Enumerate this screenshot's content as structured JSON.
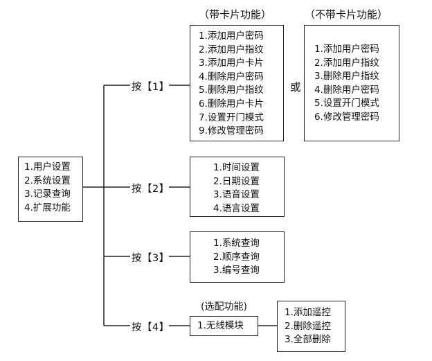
{
  "main_menu": {
    "items": [
      "1.用户设置",
      "2.系统设置",
      "3.记录查询",
      "4.扩展功能"
    ]
  },
  "branch1": {
    "button": "按【1】",
    "card_caption": "（带卡片功能）",
    "card_items": [
      "1.添加用户密码",
      "2.添加用户指纹",
      "3.添加用户卡片",
      "4.删除用户密码",
      "5.删除用户指纹",
      "6.删除用户卡片",
      "7.设置开门模式",
      "9.修改管理密码"
    ],
    "or_label": "或",
    "nocard_caption": "（不带卡片功能）",
    "nocard_items": [
      "1.添加用户密码",
      "2.添加用户指纹",
      "3.删除用户指纹",
      "4.删除用户密码",
      "5.设置开门模式",
      "6.修改管理密码"
    ]
  },
  "branch2": {
    "button": "按【2】",
    "items": [
      "1.时间设置",
      "2.日期设置",
      "3.语音设置",
      "4.语言设置"
    ]
  },
  "branch3": {
    "button": "按【3】",
    "items": [
      "1.系统查询",
      "2.顺序查询",
      "3.编号查询"
    ]
  },
  "branch4": {
    "button": "按【4】",
    "optional_caption": "(选配功能)",
    "module_item": "1.无线模块",
    "remote_items": [
      "1.添加遥控",
      "2.删除遥控",
      "3.全部删除"
    ]
  }
}
